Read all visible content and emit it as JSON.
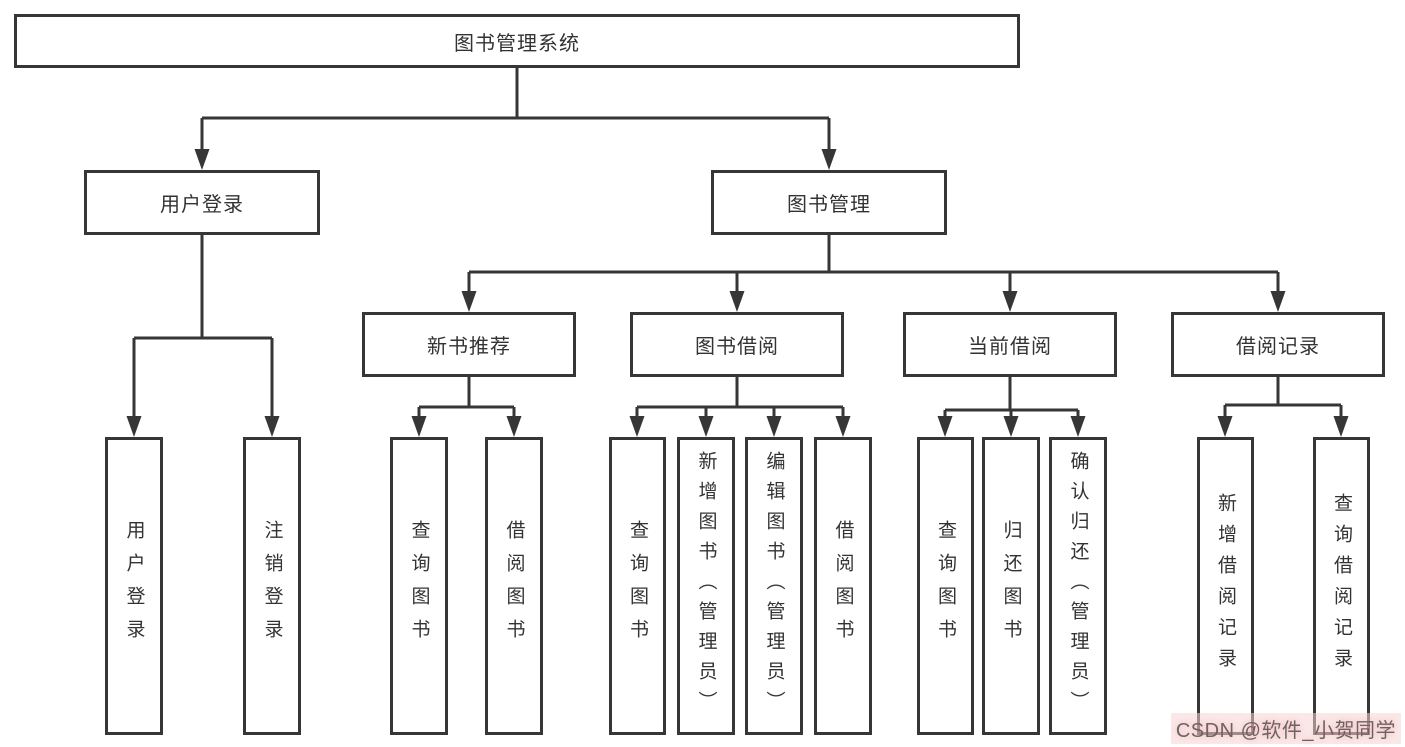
{
  "diagram": {
    "root": {
      "label": "图书管理系统"
    },
    "children": [
      {
        "label": "用户登录",
        "children": [
          {
            "label": "用户登录"
          },
          {
            "label": "注销登录"
          }
        ]
      },
      {
        "label": "图书管理",
        "children": [
          {
            "label": "新书推荐",
            "children": [
              {
                "label": "查询图书"
              },
              {
                "label": "借阅图书"
              }
            ]
          },
          {
            "label": "图书借阅",
            "children": [
              {
                "label": "查询图书"
              },
              {
                "label": "新增图书（管理员）"
              },
              {
                "label": "编辑图书（管理员）"
              },
              {
                "label": "借阅图书"
              }
            ]
          },
          {
            "label": "当前借阅",
            "children": [
              {
                "label": "查询图书"
              },
              {
                "label": "归还图书"
              },
              {
                "label": "确认归还（管理员）"
              }
            ]
          },
          {
            "label": "借阅记录",
            "children": [
              {
                "label": "新增借阅记录"
              },
              {
                "label": "查询借阅记录"
              }
            ]
          }
        ]
      }
    ]
  },
  "watermark": {
    "text": "CSDN @软件_小贺同学"
  },
  "colors": {
    "line": "#363636",
    "text": "#333333",
    "background": "#ffffff",
    "watermark_tint": "#f6d6d6"
  }
}
